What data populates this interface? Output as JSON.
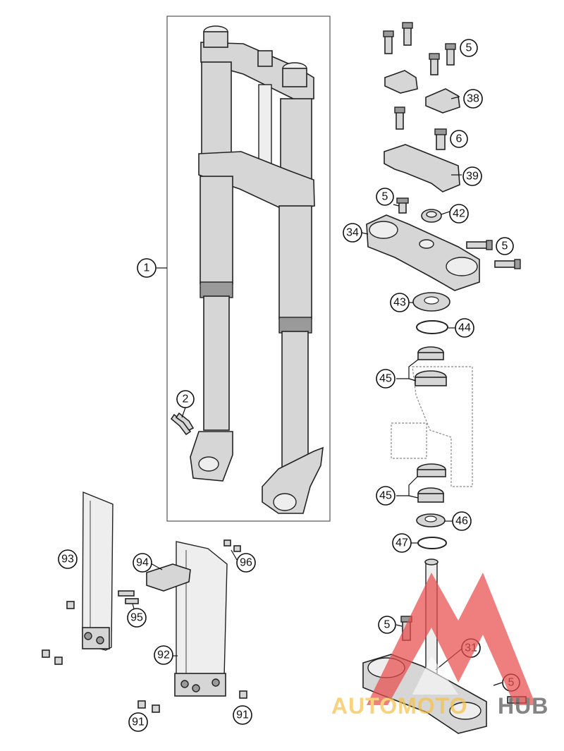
{
  "callouts": [
    {
      "id": "c1",
      "label": "1"
    },
    {
      "id": "c2",
      "label": "2"
    },
    {
      "id": "c5a",
      "label": "5"
    },
    {
      "id": "c38",
      "label": "38"
    },
    {
      "id": "c6",
      "label": "6"
    },
    {
      "id": "c39",
      "label": "39"
    },
    {
      "id": "c5b",
      "label": "5"
    },
    {
      "id": "c42",
      "label": "42"
    },
    {
      "id": "c34",
      "label": "34"
    },
    {
      "id": "c5c",
      "label": "5"
    },
    {
      "id": "c43",
      "label": "43"
    },
    {
      "id": "c44",
      "label": "44"
    },
    {
      "id": "c45a",
      "label": "45"
    },
    {
      "id": "c45b",
      "label": "45"
    },
    {
      "id": "c46",
      "label": "46"
    },
    {
      "id": "c47",
      "label": "47"
    },
    {
      "id": "c93",
      "label": "93"
    },
    {
      "id": "c94",
      "label": "94"
    },
    {
      "id": "c96",
      "label": "96"
    },
    {
      "id": "c95",
      "label": "95"
    },
    {
      "id": "c92",
      "label": "92"
    },
    {
      "id": "c91a",
      "label": "91"
    },
    {
      "id": "c91b",
      "label": "91"
    },
    {
      "id": "c5d",
      "label": "5"
    },
    {
      "id": "c31",
      "label": "31"
    },
    {
      "id": "c5e",
      "label": "5"
    }
  ],
  "watermark": {
    "text_part1": "AUTOMOTO",
    "text_part2": "HUB",
    "color_primary": "#e94e4e",
    "color_secondary": "#f6c24a",
    "color_dark": "#555555"
  }
}
